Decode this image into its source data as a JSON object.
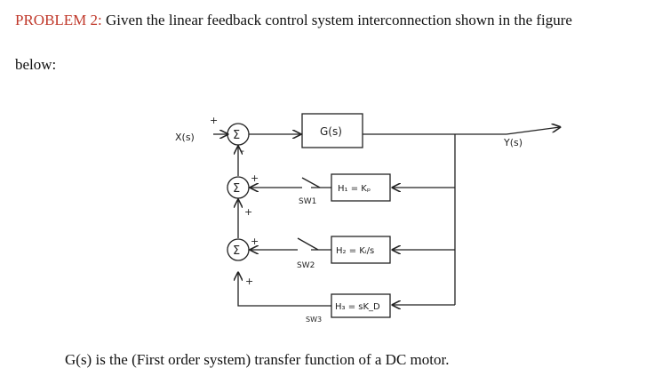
{
  "problem": {
    "label": "PROBLEM 2:",
    "text": " Given the linear feedback control system interconnection shown in the figure",
    "text2": "below:"
  },
  "diagram": {
    "input": "X(s)",
    "output": "Y(s)",
    "plant": "G(s)",
    "sum_symbol": "Σ",
    "plus": "+",
    "minus": "-",
    "sw1": "SW1",
    "sw2": "SW2",
    "sw3": "SW3",
    "h1": "H₁ = Kₚ",
    "h2": "H₂ = Kᵢ/s",
    "h3": "H₃ = sK_D"
  },
  "footer": "G(s) is the (First order system) transfer function of a DC motor."
}
